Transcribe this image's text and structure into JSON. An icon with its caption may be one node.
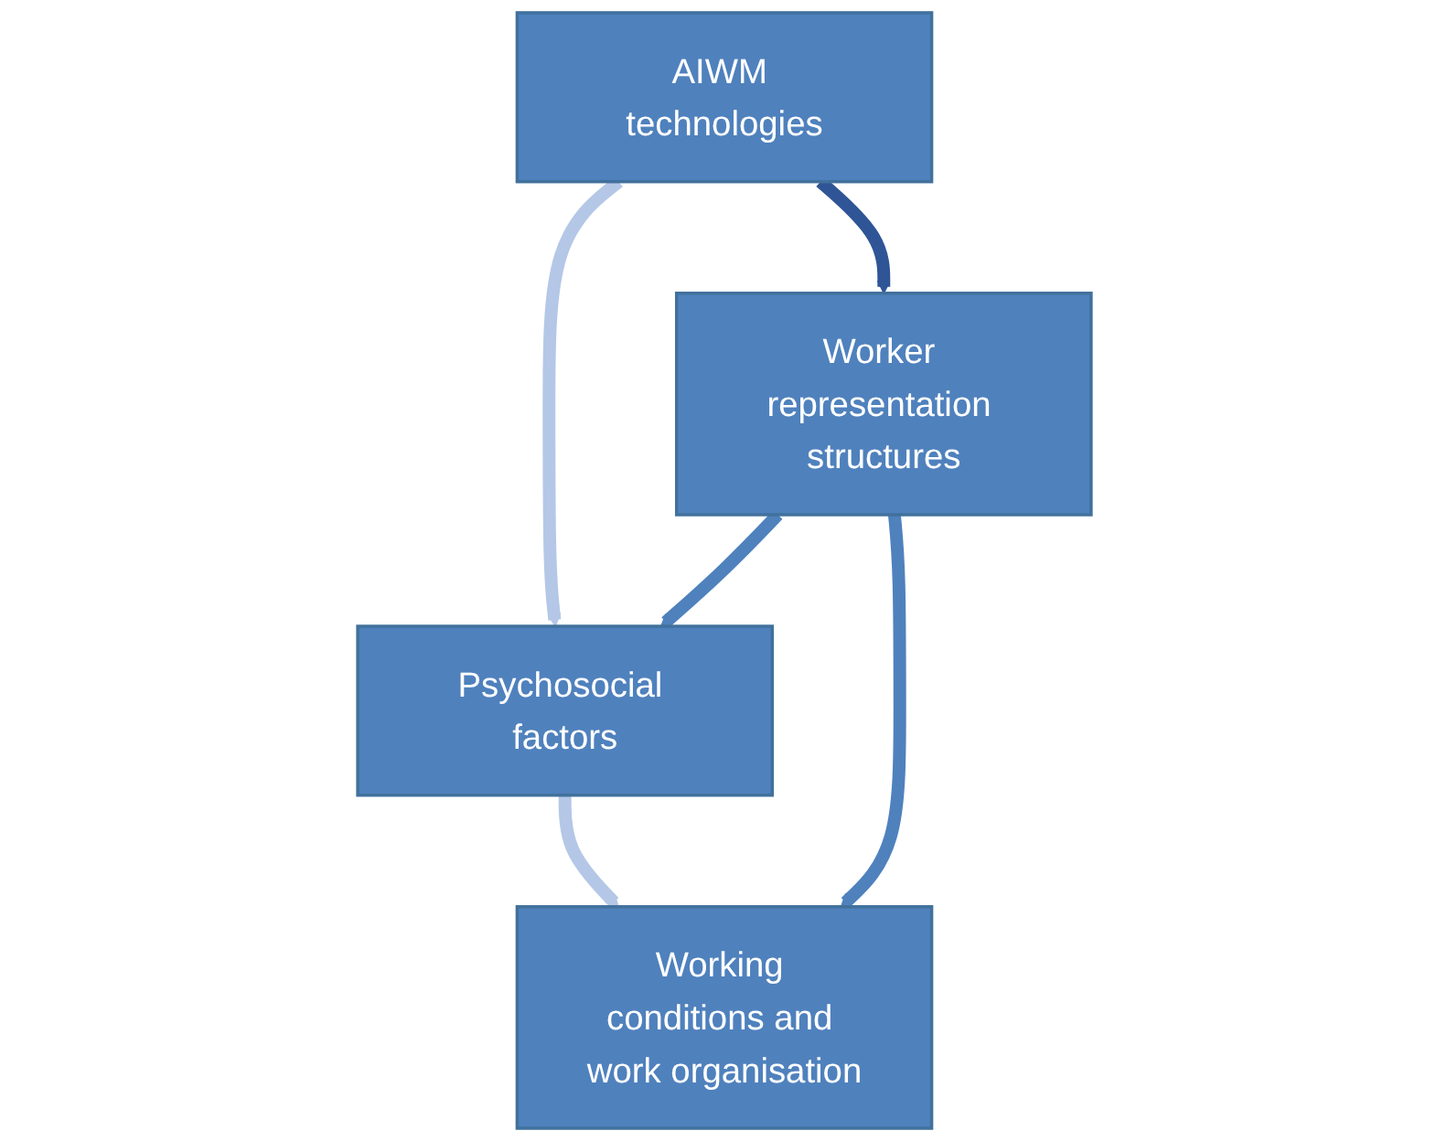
{
  "diagram": {
    "nodes": [
      {
        "text": [
          "AIWM technologies"
        ]
      },
      {
        "text": [
          "Psychosocial factors"
        ]
      },
      {
        "text": [
          "Worker representation structures"
        ]
      },
      {
        "text": [
          "Working conditions and work organisation"
        ]
      }
    ],
    "edges": [
      {
        "from": 0,
        "to": 1,
        "arrow": "to",
        "color": "#b4c7e7"
      },
      {
        "from": 0,
        "to": 2,
        "arrow": "to",
        "color": "#2f5597"
      },
      {
        "from": 2,
        "to": 1,
        "arrow": "to",
        "color": "#4f81bd"
      },
      {
        "from": 1,
        "to": 3,
        "arrow": "to",
        "color": "#b4c7e7"
      },
      {
        "from": 2,
        "to": 3,
        "arrow": "to",
        "color": "#4f81bd"
      }
    ]
  }
}
